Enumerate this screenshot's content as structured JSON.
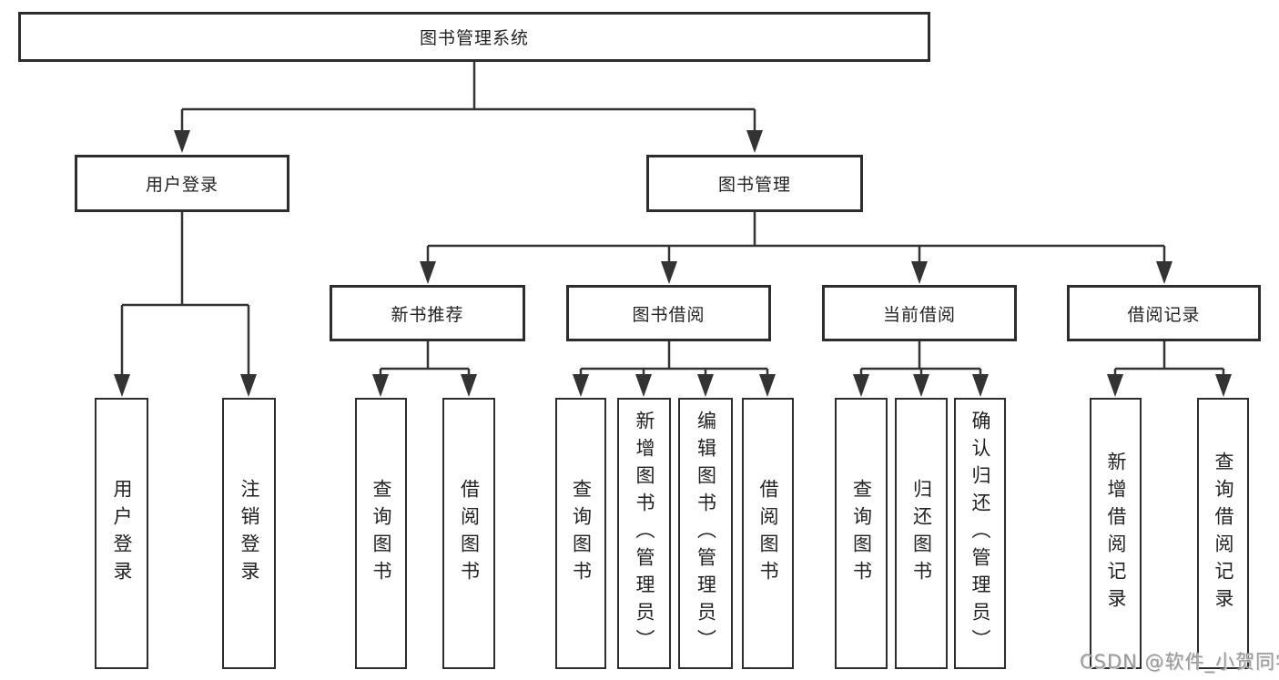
{
  "tree": {
    "root": {
      "label": "图书管理系统"
    },
    "branches": [
      {
        "label": "用户登录",
        "children": [
          {
            "label": "用户登录"
          },
          {
            "label": "注销登录"
          }
        ]
      },
      {
        "label": "图书管理",
        "children": [
          {
            "label": "新书推荐",
            "children": [
              {
                "label": "查询图书"
              },
              {
                "label": "借阅图书"
              }
            ]
          },
          {
            "label": "图书借阅",
            "children": [
              {
                "label": "查询图书"
              },
              {
                "label": "新增图书（管理员）"
              },
              {
                "label": "编辑图书（管理员）"
              },
              {
                "label": "借阅图书"
              }
            ]
          },
          {
            "label": "当前借阅",
            "children": [
              {
                "label": "查询图书"
              },
              {
                "label": "归还图书"
              },
              {
                "label": "确认归还（管理员）"
              }
            ]
          },
          {
            "label": "借阅记录",
            "children": [
              {
                "label": "新增借阅记录"
              },
              {
                "label": "查询借阅记录"
              }
            ]
          }
        ]
      }
    ]
  },
  "watermark": {
    "text": "CSDN @软件_小贺同学"
  },
  "colors": {
    "line": "#333333",
    "border": "#2d2d2d",
    "background": "#ffffff",
    "watermark": "#9a9a9a"
  }
}
